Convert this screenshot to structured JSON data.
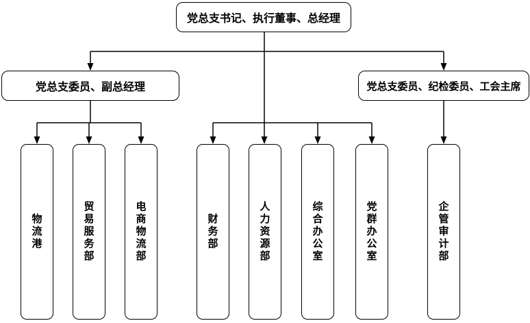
{
  "org_chart": {
    "root": {
      "label": "党总支书记、执行董事、总经理"
    },
    "level2": [
      {
        "label": "党总支委员、副总经理"
      },
      {
        "label": "党总支委员、纪检委员、工会主席"
      }
    ],
    "departments": [
      {
        "label": "物流港"
      },
      {
        "label": "贸易服务部"
      },
      {
        "label": "电商物流部"
      },
      {
        "label": "财务部"
      },
      {
        "label": "人力资源部"
      },
      {
        "label": "综合办公室"
      },
      {
        "label": "党群办公室"
      },
      {
        "label": "企管审计部"
      }
    ],
    "colors": {
      "line": "#000000",
      "box_border": "#000000",
      "box_fill": "#ffffff",
      "text": "#000000",
      "background": "#ffffff"
    }
  }
}
